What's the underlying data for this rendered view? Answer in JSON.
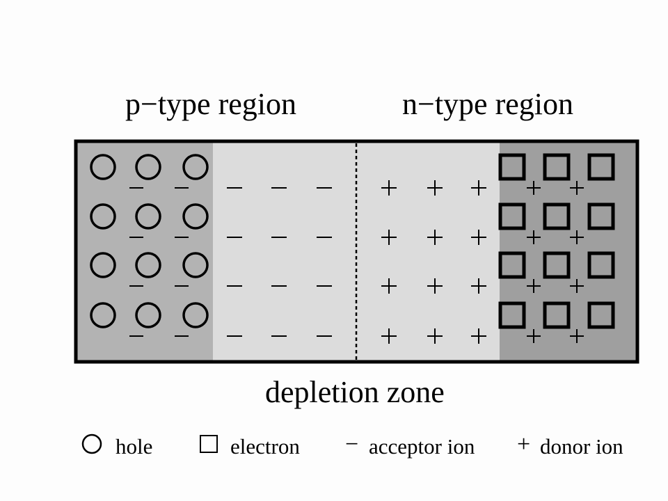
{
  "diagram": {
    "p_region_label": "p−type region",
    "n_region_label": "n−type region",
    "depletion_label": "depletion zone",
    "colors": {
      "p_bulk": "#b3b3b3",
      "depletion": "#dcdcdc",
      "n_bulk": "#9f9f9f",
      "border": "#000000"
    },
    "rows": 4,
    "p_bulk_columns": 3,
    "depletion_p_columns": 3,
    "depletion_n_columns": 3,
    "n_bulk_columns": 3
  },
  "legend": {
    "hole": {
      "icon": "circle",
      "label": "hole"
    },
    "electron": {
      "icon": "square",
      "label": "electron"
    },
    "acceptor": {
      "symbol": "−",
      "label": "acceptor ion"
    },
    "donor": {
      "symbol": "+",
      "label": "donor ion"
    }
  }
}
